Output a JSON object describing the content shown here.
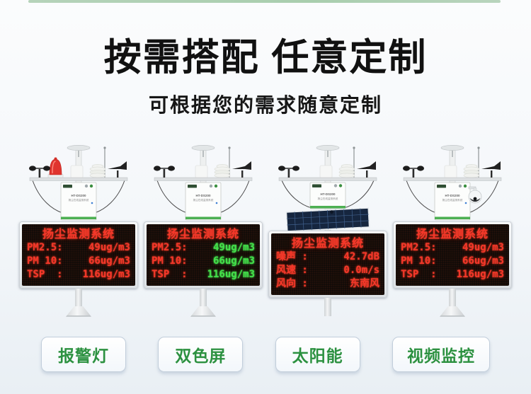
{
  "page": {
    "title": "按需搭配 任意定制",
    "subtitle": "可根据您的需求随意定制"
  },
  "colors": {
    "top_bar_green": "#a9ceae",
    "title_text": "#111111",
    "feature_text_green": "#2c9140",
    "led_red": "#f5372a",
    "led_green": "#43e04a",
    "led_screen": "#0d0a08",
    "box_stripe_green": "#4db052"
  },
  "products": [
    {
      "name": "alarm-light-station",
      "feature_label": "报警灯",
      "device_model": "HT-DS200",
      "device_label": "扬尘在线监测系统",
      "display_style": "red",
      "display": {
        "title": "扬尘监测系统",
        "rows": [
          {
            "label": "PM2.5:",
            "value": "49ug/m3"
          },
          {
            "label": "PM 10:",
            "value": "66ug/m3"
          },
          {
            "label": "TSP  :",
            "value": "116ug/m3"
          }
        ]
      }
    },
    {
      "name": "dual-color-screen-station",
      "feature_label": "双色屏",
      "device_model": "HT-DS200",
      "device_label": "扬尘在线监测系统",
      "display_style": "dual-color",
      "display": {
        "title": "扬尘监测系统",
        "rows": [
          {
            "label": "PM2.5:",
            "value": "49ug/m3"
          },
          {
            "label": "PM 10:",
            "value": "66ug/m3"
          },
          {
            "label": "TSP  :",
            "value": "116ug/m3"
          }
        ]
      }
    },
    {
      "name": "solar-power-station",
      "feature_label": "太阳能",
      "device_model": "HT-DS200",
      "device_label": "扬尘在线监测系统",
      "display_style": "red",
      "display": {
        "title": "扬尘监测系统",
        "rows": [
          {
            "label": "噪声 :",
            "value": "42.7dB"
          },
          {
            "label": "风速 :",
            "value": "0.0m/s"
          },
          {
            "label": "风向 :",
            "value": "东南风"
          }
        ]
      }
    },
    {
      "name": "video-monitor-station",
      "feature_label": "视频监控",
      "device_model": "HT-DS200",
      "device_label": "扬尘在线监测系统",
      "display_style": "red",
      "display": {
        "title": "扬尘监测系统",
        "rows": [
          {
            "label": "PM2.5:",
            "value": "49ug/m3"
          },
          {
            "label": "PM 10:",
            "value": "66ug/m3"
          },
          {
            "label": "TSP  :",
            "value": "116ug/m3"
          }
        ]
      }
    }
  ]
}
